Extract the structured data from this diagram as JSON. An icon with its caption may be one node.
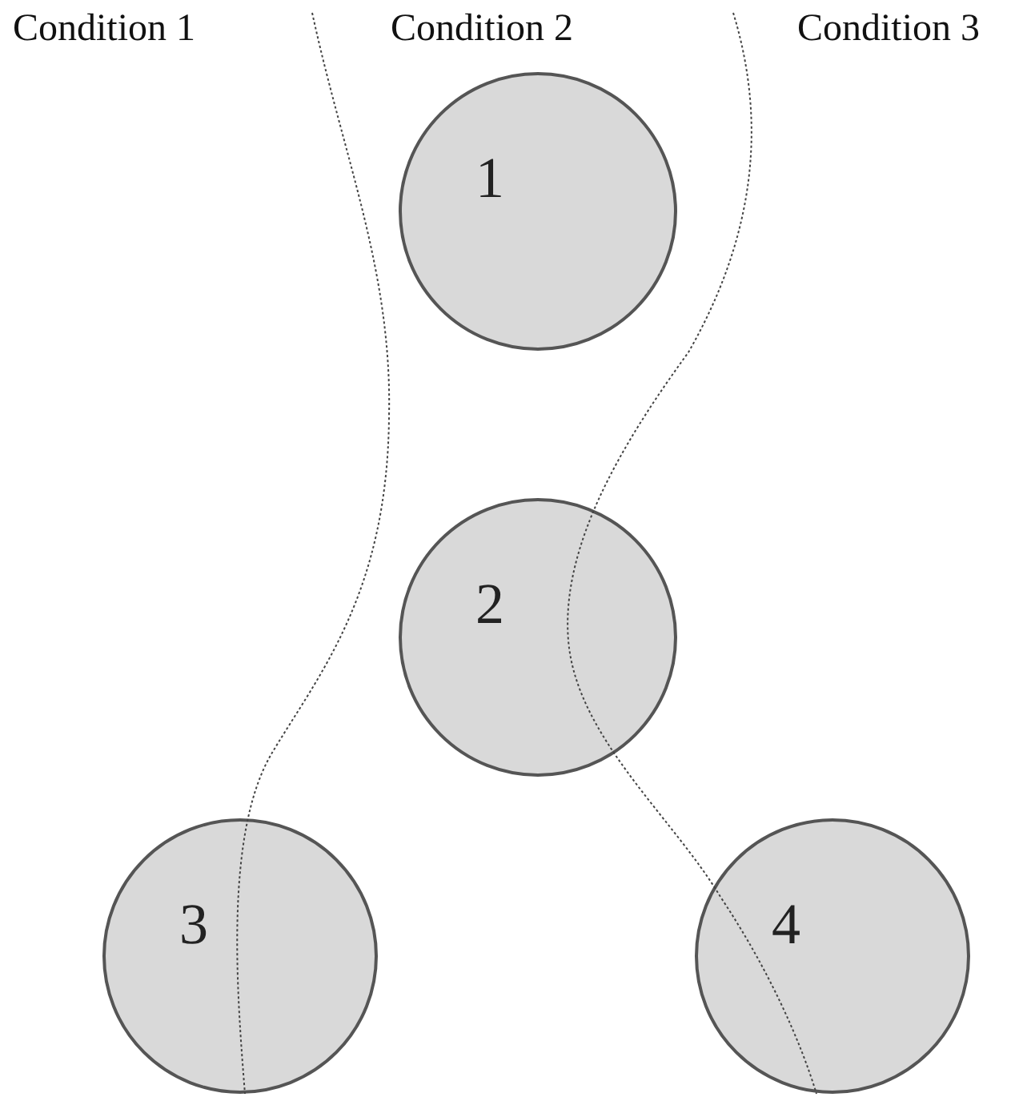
{
  "diagram": {
    "nodes": [
      {
        "text": [
          "1"
        ]
      },
      {
        "text": [
          "2"
        ]
      },
      {
        "text": [
          "3"
        ]
      },
      {
        "text": [
          "4"
        ]
      }
    ],
    "labels": [
      "Condition 1",
      "Condition 2",
      "Condition 3"
    ]
  }
}
